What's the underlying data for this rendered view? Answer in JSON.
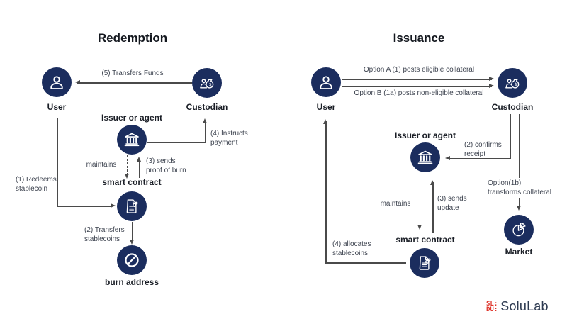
{
  "colors": {
    "navy": "#1b2d5e",
    "line": "#4a4a4a",
    "text": "#3e4450",
    "heading": "#14181f",
    "divider": "#d9d9d9",
    "logo_red": "#df352b",
    "logo_text": "#2c3950"
  },
  "left": {
    "title": "Redemption",
    "nodes": {
      "user": "User",
      "custodian": "Custodian",
      "issuer": "Issuer or agent",
      "smart_contract": "smart contract",
      "burn": "burn address"
    },
    "edges": {
      "e5": "(5) Transfers Funds",
      "e4": "(4) Instructs\npayment",
      "maintains": "maintains",
      "e3": "(3) sends\nproof of burn",
      "e1": "(1) Redeems\nstablecoin",
      "e2": "(2) Transfers\nstablecoins"
    }
  },
  "right": {
    "title": "Issuance",
    "nodes": {
      "user": "User",
      "custodian": "Custodian",
      "issuer": "Issuer or agent",
      "smart_contract": "smart contract",
      "market": "Market"
    },
    "edges": {
      "optA": "Option A (1) posts eligible collateral",
      "optB": "Option B (1a) posts non-eligible collateral",
      "e2": "(2) confirms\nreceipt",
      "e1b": "Option(1b)\ntransforms collateral",
      "maintains": "maintains",
      "e3": "(3) sends\nupdate",
      "e4": "(4) allocates\nstablecoins"
    }
  },
  "logo": {
    "mark_top": "SL:",
    "mark_bottom": "DU:",
    "text": "SoluLab"
  }
}
